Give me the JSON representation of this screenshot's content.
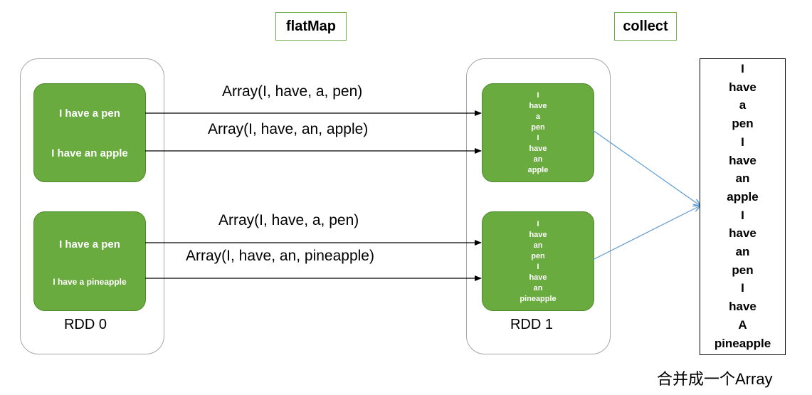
{
  "operations": {
    "flatmap": "flatMap",
    "collect": "collect"
  },
  "rdd0": {
    "name": "RDD 0",
    "partitions": [
      {
        "lines": [
          "I have a pen",
          "I have an apple"
        ]
      },
      {
        "lines": [
          "I have a pen",
          "I have a pineapple"
        ]
      }
    ]
  },
  "rdd1": {
    "name": "RDD 1",
    "partitions": [
      {
        "words": [
          "I",
          "have",
          "a",
          "pen",
          "I",
          "have",
          "an",
          "apple"
        ]
      },
      {
        "words": [
          "I",
          "have",
          "an",
          "pen",
          "I",
          "have",
          "an",
          "pineapple"
        ]
      }
    ]
  },
  "flatmap_outputs": [
    "Array(I, have, a, pen)",
    "Array(I, have, an, apple)",
    "Array(I, have, a, pen)",
    "Array(I, have, an, pineapple)"
  ],
  "result": {
    "words": [
      "I",
      "have",
      "a",
      "pen",
      "I",
      "have",
      "an",
      "apple",
      "I",
      "have",
      "an",
      "pen",
      "I",
      "have",
      "A",
      "pineapple"
    ],
    "caption": "合并成一个Array"
  },
  "colors": {
    "partition_fill": "#6AAB3F",
    "label_border": "#70AD47",
    "container_border": "#A6A6A6",
    "collect_arrow": "#5B9BD5"
  }
}
